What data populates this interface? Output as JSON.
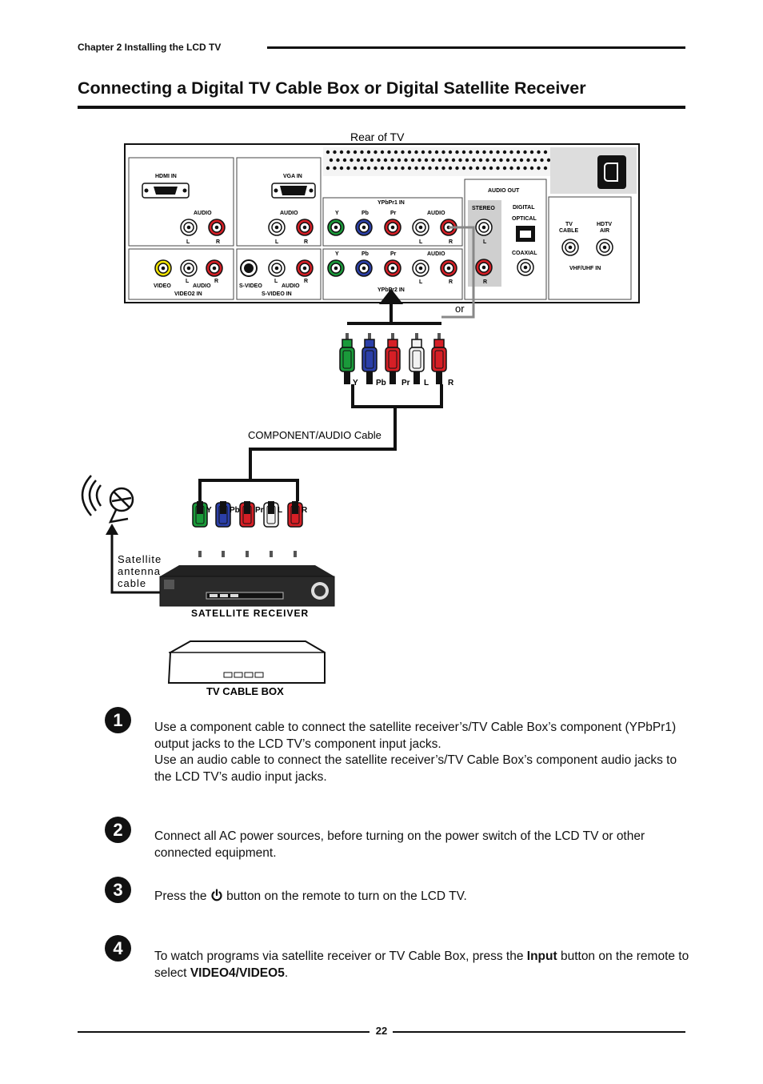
{
  "header": {
    "chapter": "Chapter 2 Installing the LCD TV"
  },
  "title": "Connecting a Digital TV Cable Box or Digital Satellite Receiver",
  "diagram": {
    "rear_label": "Rear of TV",
    "or_label": "or",
    "cable_label": "COMPONENT/AUDIO Cable",
    "antenna_label_1": "Satellite",
    "antenna_label_2": "antenna",
    "antenna_label_3": "cable",
    "receiver_label": "SATELLITE RECEIVER",
    "cablebox_label": "TV CABLE BOX",
    "panel": {
      "hdmi_in": "HDMI IN",
      "vga_in": "VGA IN",
      "audio": "AUDIO",
      "l": "L",
      "r": "R",
      "y": "Y",
      "pb": "Pb",
      "pr": "Pr",
      "ypbpr1_in": "YPbPr1 IN",
      "ypbpr2_in": "YPbPr2 IN",
      "audio_out": "AUDIO OUT",
      "stereo": "STEREO",
      "digital": "DIGITAL",
      "optical": "OPTICAL",
      "coaxial": "COAXIAL",
      "tv": "TV",
      "cable": "CABLE",
      "hdtv": "HDTV",
      "air": "AIR",
      "vhf_uhf_in": "VHF/UHF IN",
      "video": "VIDEO",
      "video2_in": "VIDEO2 IN",
      "s_video": "S-VIDEO",
      "s_video_in": "S-VIDEO IN"
    },
    "plugs": [
      "Y",
      "Pb",
      "Pr",
      "L",
      "R"
    ],
    "colors": {
      "green": "#1a9a3a",
      "blue": "#2b3fa8",
      "red": "#d61f26",
      "white": "#ffffff",
      "yellow": "#f2e400"
    }
  },
  "steps": [
    {
      "num": "1",
      "lines": [
        "Use a component cable to connect the satellite receiver’s/TV Cable Box’s component (YPbPr1) output jacks to the LCD TV’s component input jacks.",
        "Use an audio cable to connect the satellite receiver’s/TV Cable Box’s component audio jacks to the LCD TV’s audio input jacks."
      ]
    },
    {
      "num": "2",
      "text": "Connect all AC power sources, before turning on the power switch of the LCD TV or other connected equipment."
    },
    {
      "num": "3",
      "before": "Press the ",
      "icon": "power-icon",
      "after": " button on the remote to turn on the LCD TV."
    },
    {
      "num": "4",
      "t1": "To watch programs via satellite receiver or TV Cable Box, press the ",
      "b1": "Input",
      "t2": " button on the remote to select ",
      "b2": "VIDEO4/VIDEO5",
      "t3": "."
    }
  ],
  "footer": {
    "page": "22"
  }
}
